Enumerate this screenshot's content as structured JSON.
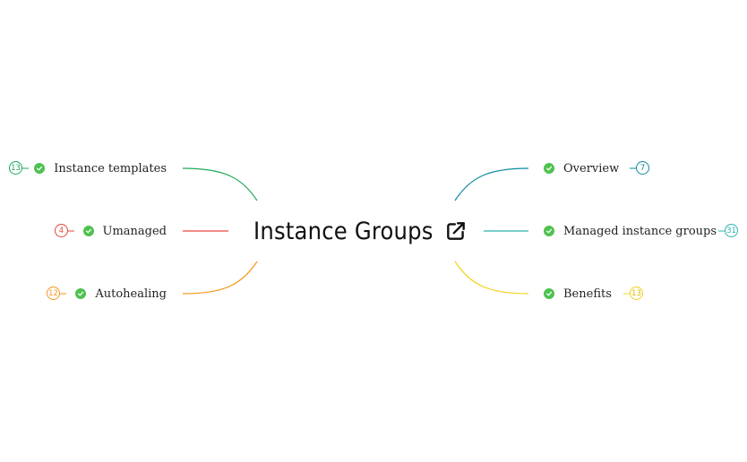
{
  "root": {
    "title": "Instance Groups",
    "link_icon": "external-link-icon"
  },
  "branches": [
    {
      "label": "Instance templates",
      "count": "13",
      "color": "#1fa85a",
      "check_icon": "check-circle-icon"
    },
    {
      "label": "Umanaged",
      "count": "4",
      "color": "#e9463a",
      "check_icon": "check-circle-icon"
    },
    {
      "label": "Autohealing",
      "count": "12",
      "color": "#f4981c",
      "check_icon": "check-circle-icon"
    },
    {
      "label": "Overview",
      "count": "7",
      "color": "#0f8aa0",
      "check_icon": "check-circle-icon"
    },
    {
      "label": "Managed instance groups",
      "count": "31",
      "color": "#2ab5b0",
      "check_icon": "check-circle-icon"
    },
    {
      "label": "Benefits",
      "count": "13",
      "color": "#f2d11c",
      "check_icon": "check-circle-icon"
    }
  ]
}
